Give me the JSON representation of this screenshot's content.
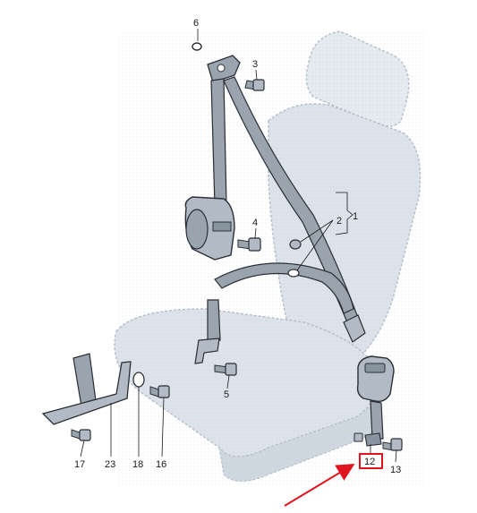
{
  "diagram": {
    "callouts": {
      "c1": "1",
      "c2": "2",
      "c3": "3",
      "c4": "4",
      "c5": "5",
      "c6": "6",
      "c12": "12",
      "c13": "13",
      "c16": "16",
      "c17": "17",
      "c18": "18",
      "c23": "23"
    },
    "highlighted_callout": "12",
    "colors": {
      "seat_fill": "#dde3ea",
      "seat_outline": "#b7c0cb",
      "belt_fill": "#9aa4af",
      "belt_outline": "#2b2f35",
      "highlight_box": "#e0141e",
      "arrow": "#e0141e"
    }
  }
}
